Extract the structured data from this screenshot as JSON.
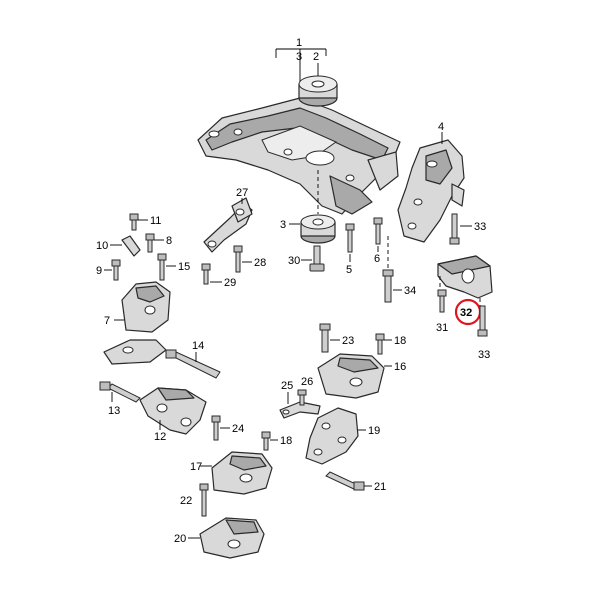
{
  "callouts": {
    "c1": "1",
    "c3": "3",
    "c2": "2",
    "c3b": "3",
    "c4": "4",
    "c5": "5",
    "c6": "6",
    "c7": "7",
    "c8": "8",
    "c9": "9",
    "c10": "10",
    "c11": "11",
    "c12": "12",
    "c13": "13",
    "c14": "14",
    "c15": "15",
    "c16": "16",
    "c17": "17",
    "c18a": "18",
    "c18b": "18",
    "c19": "19",
    "c20": "20",
    "c21": "21",
    "c22": "22",
    "c23": "23",
    "c24": "24",
    "c25": "25",
    "c26": "26",
    "c27": "27",
    "c28": "28",
    "c29": "29",
    "c30": "30",
    "c31": "31",
    "c32": "32",
    "c33a": "33",
    "c33b": "33",
    "c34": "34"
  },
  "highlight": {
    "label": "32",
    "color": "#e0141e"
  }
}
